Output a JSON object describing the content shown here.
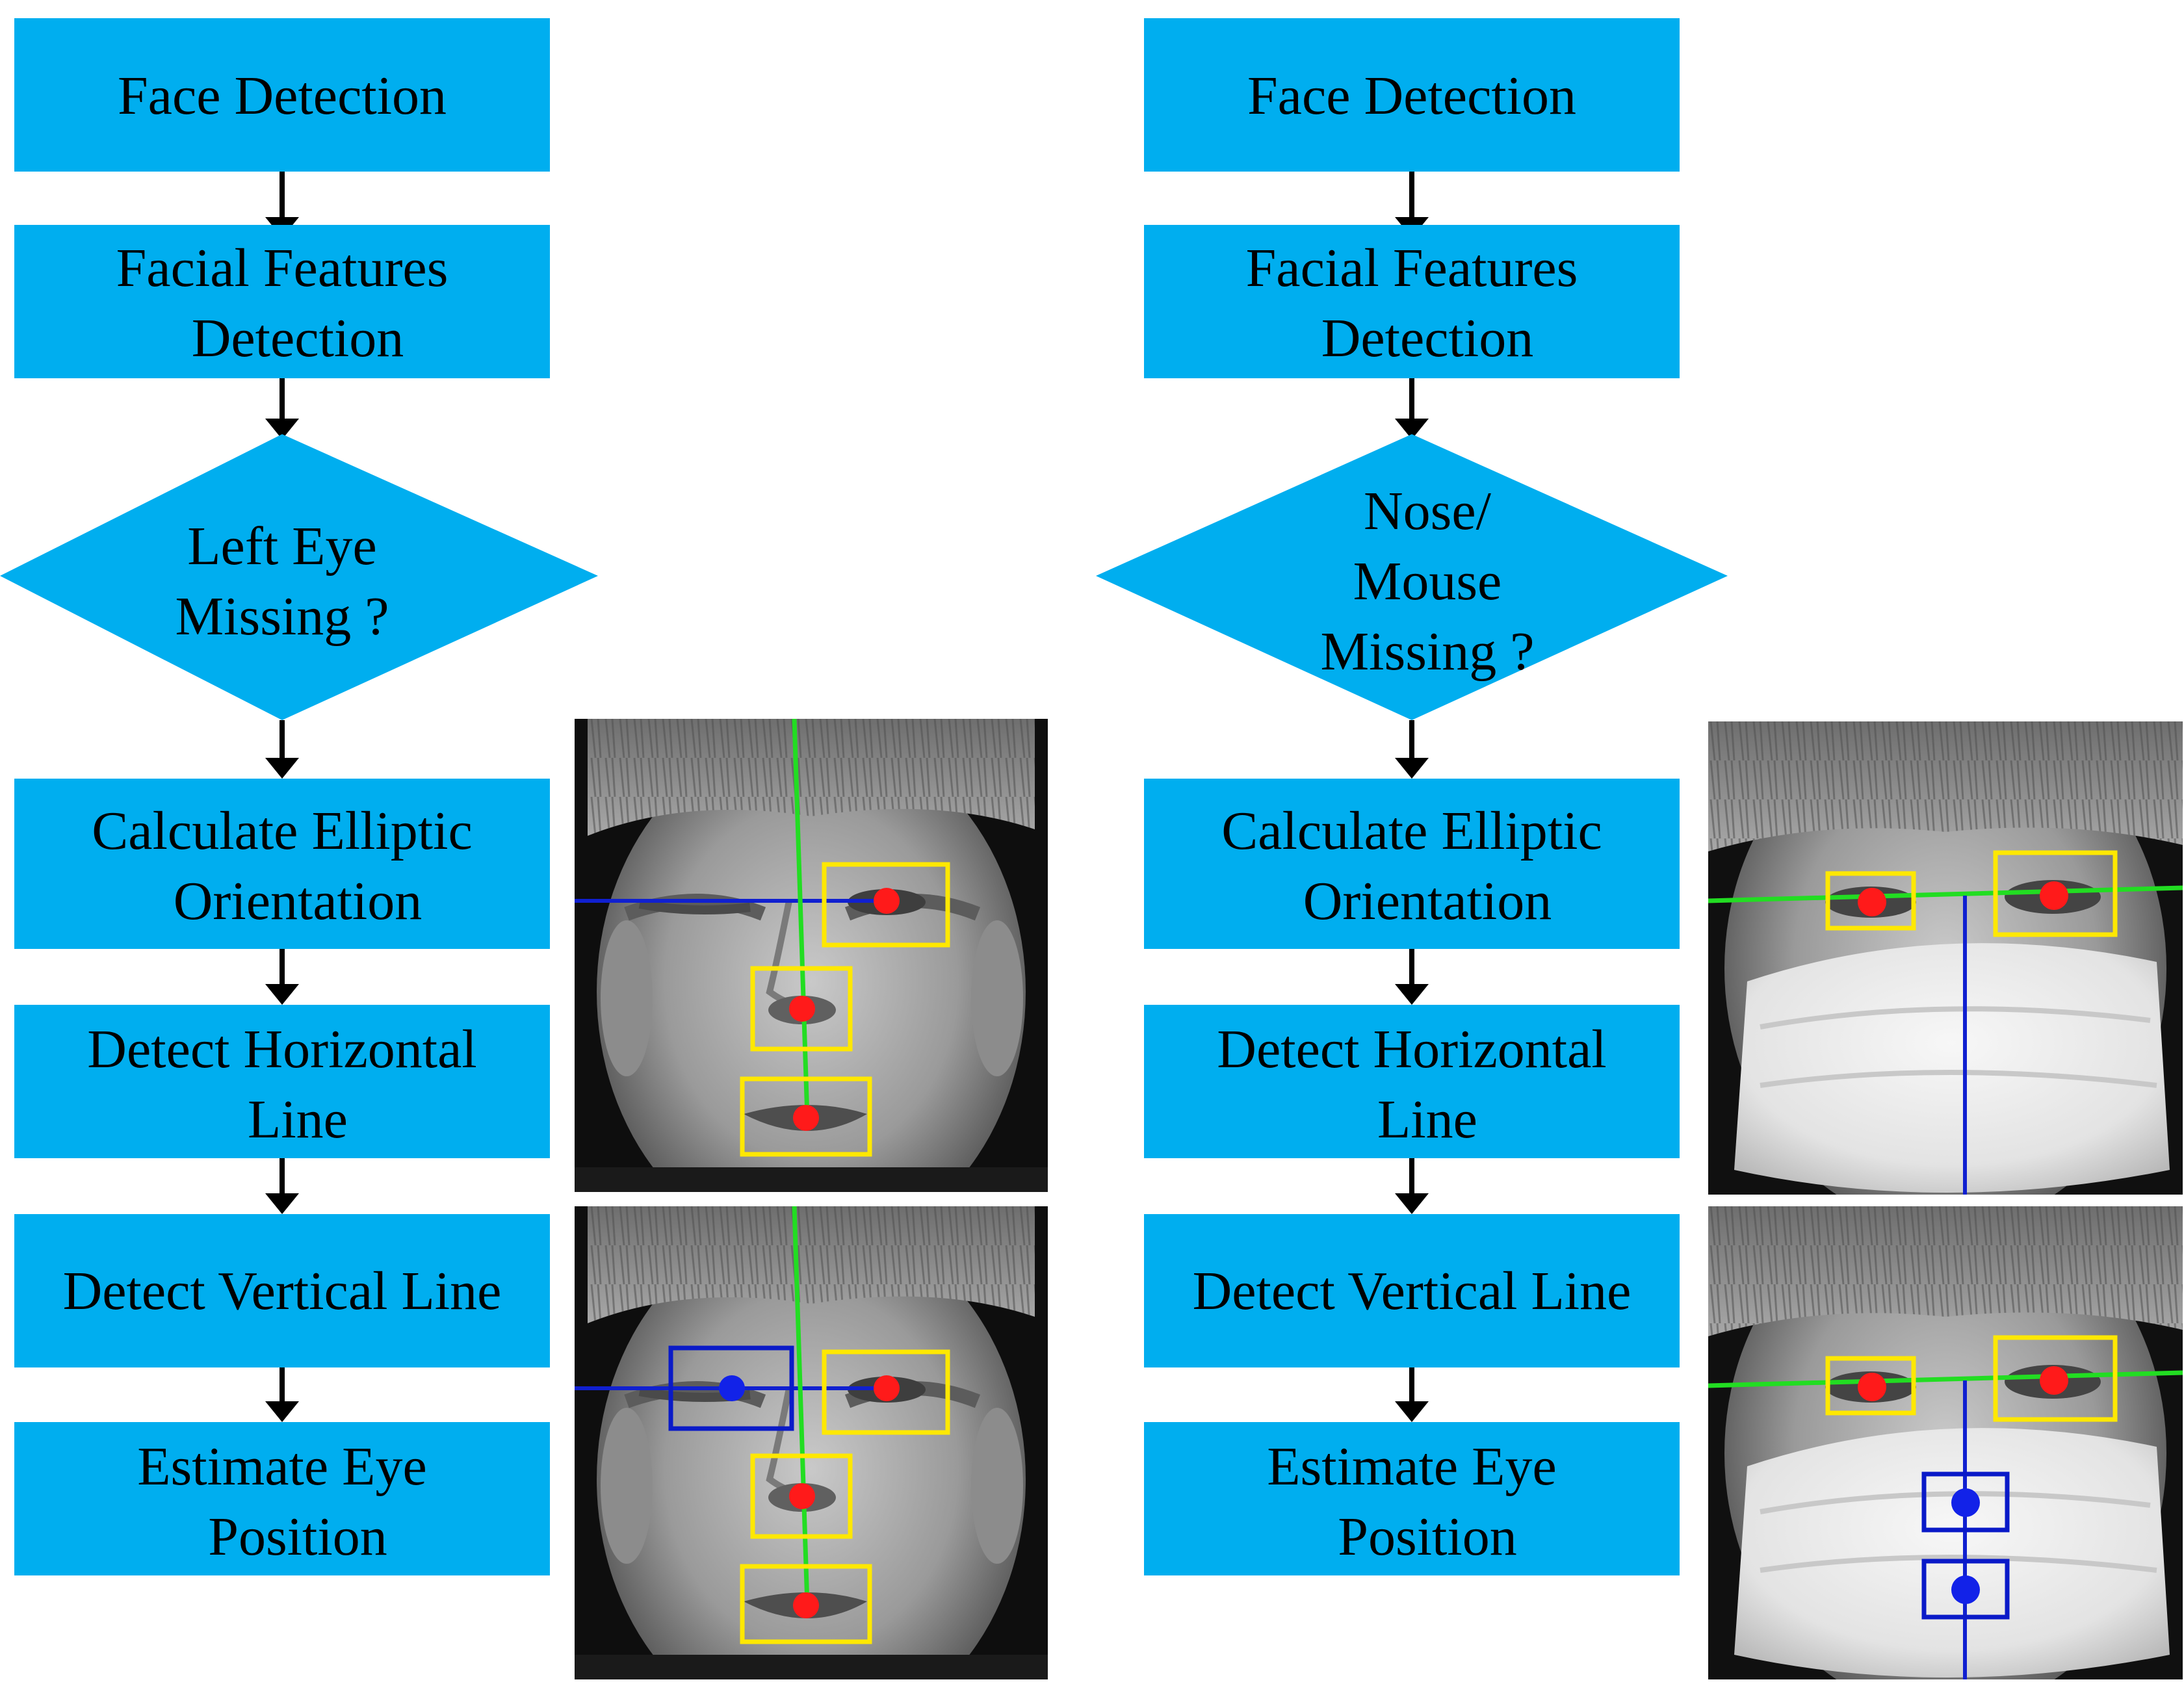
{
  "colors": {
    "box_fill": "#00AEEF",
    "arrow": "#000000",
    "text": "#000000",
    "marker_box": "#FFE800",
    "estimate_box": "#0A1AC8",
    "feature_point": "#FF1A1A",
    "estimate_point": "#1222E8",
    "orientation_line": "#22DD22",
    "axis_line": "#1020D0"
  },
  "flowcharts": [
    {
      "id": "left-eye",
      "steps": [
        {
          "label": "Face Detection"
        },
        {
          "label": "Facial Features Detection"
        },
        {
          "label": "Left Eye Missing ?"
        },
        {
          "label": "Calculate Elliptic Orientation"
        },
        {
          "label": "Detect Horizontal Line"
        },
        {
          "label": "Detect Vertical Line"
        },
        {
          "label": "Estimate Eye Position"
        }
      ]
    },
    {
      "id": "nose-mouth",
      "steps": [
        {
          "label": "Face Detection"
        },
        {
          "label": "Facial Features Detection"
        },
        {
          "label": "Nose/ Mouse Missing ?"
        },
        {
          "label": "Calculate Elliptic Orientation"
        },
        {
          "label": "Detect Horizontal Line"
        },
        {
          "label": "Detect Vertical Line"
        },
        {
          "label": "Estimate Eye Position"
        }
      ]
    }
  ],
  "photos": [
    {
      "id": "left-eye-orientation",
      "subject": "grayscale face, one eye closed",
      "icon": "face-photo"
    },
    {
      "id": "left-eye-estimated",
      "subject": "grayscale face, estimated left eye",
      "icon": "face-photo"
    },
    {
      "id": "masked-orientation",
      "subject": "grayscale face wearing a mask",
      "icon": "face-photo"
    },
    {
      "id": "masked-estimated",
      "subject": "grayscale masked face, estimated nose and mouth",
      "icon": "face-photo"
    }
  ]
}
